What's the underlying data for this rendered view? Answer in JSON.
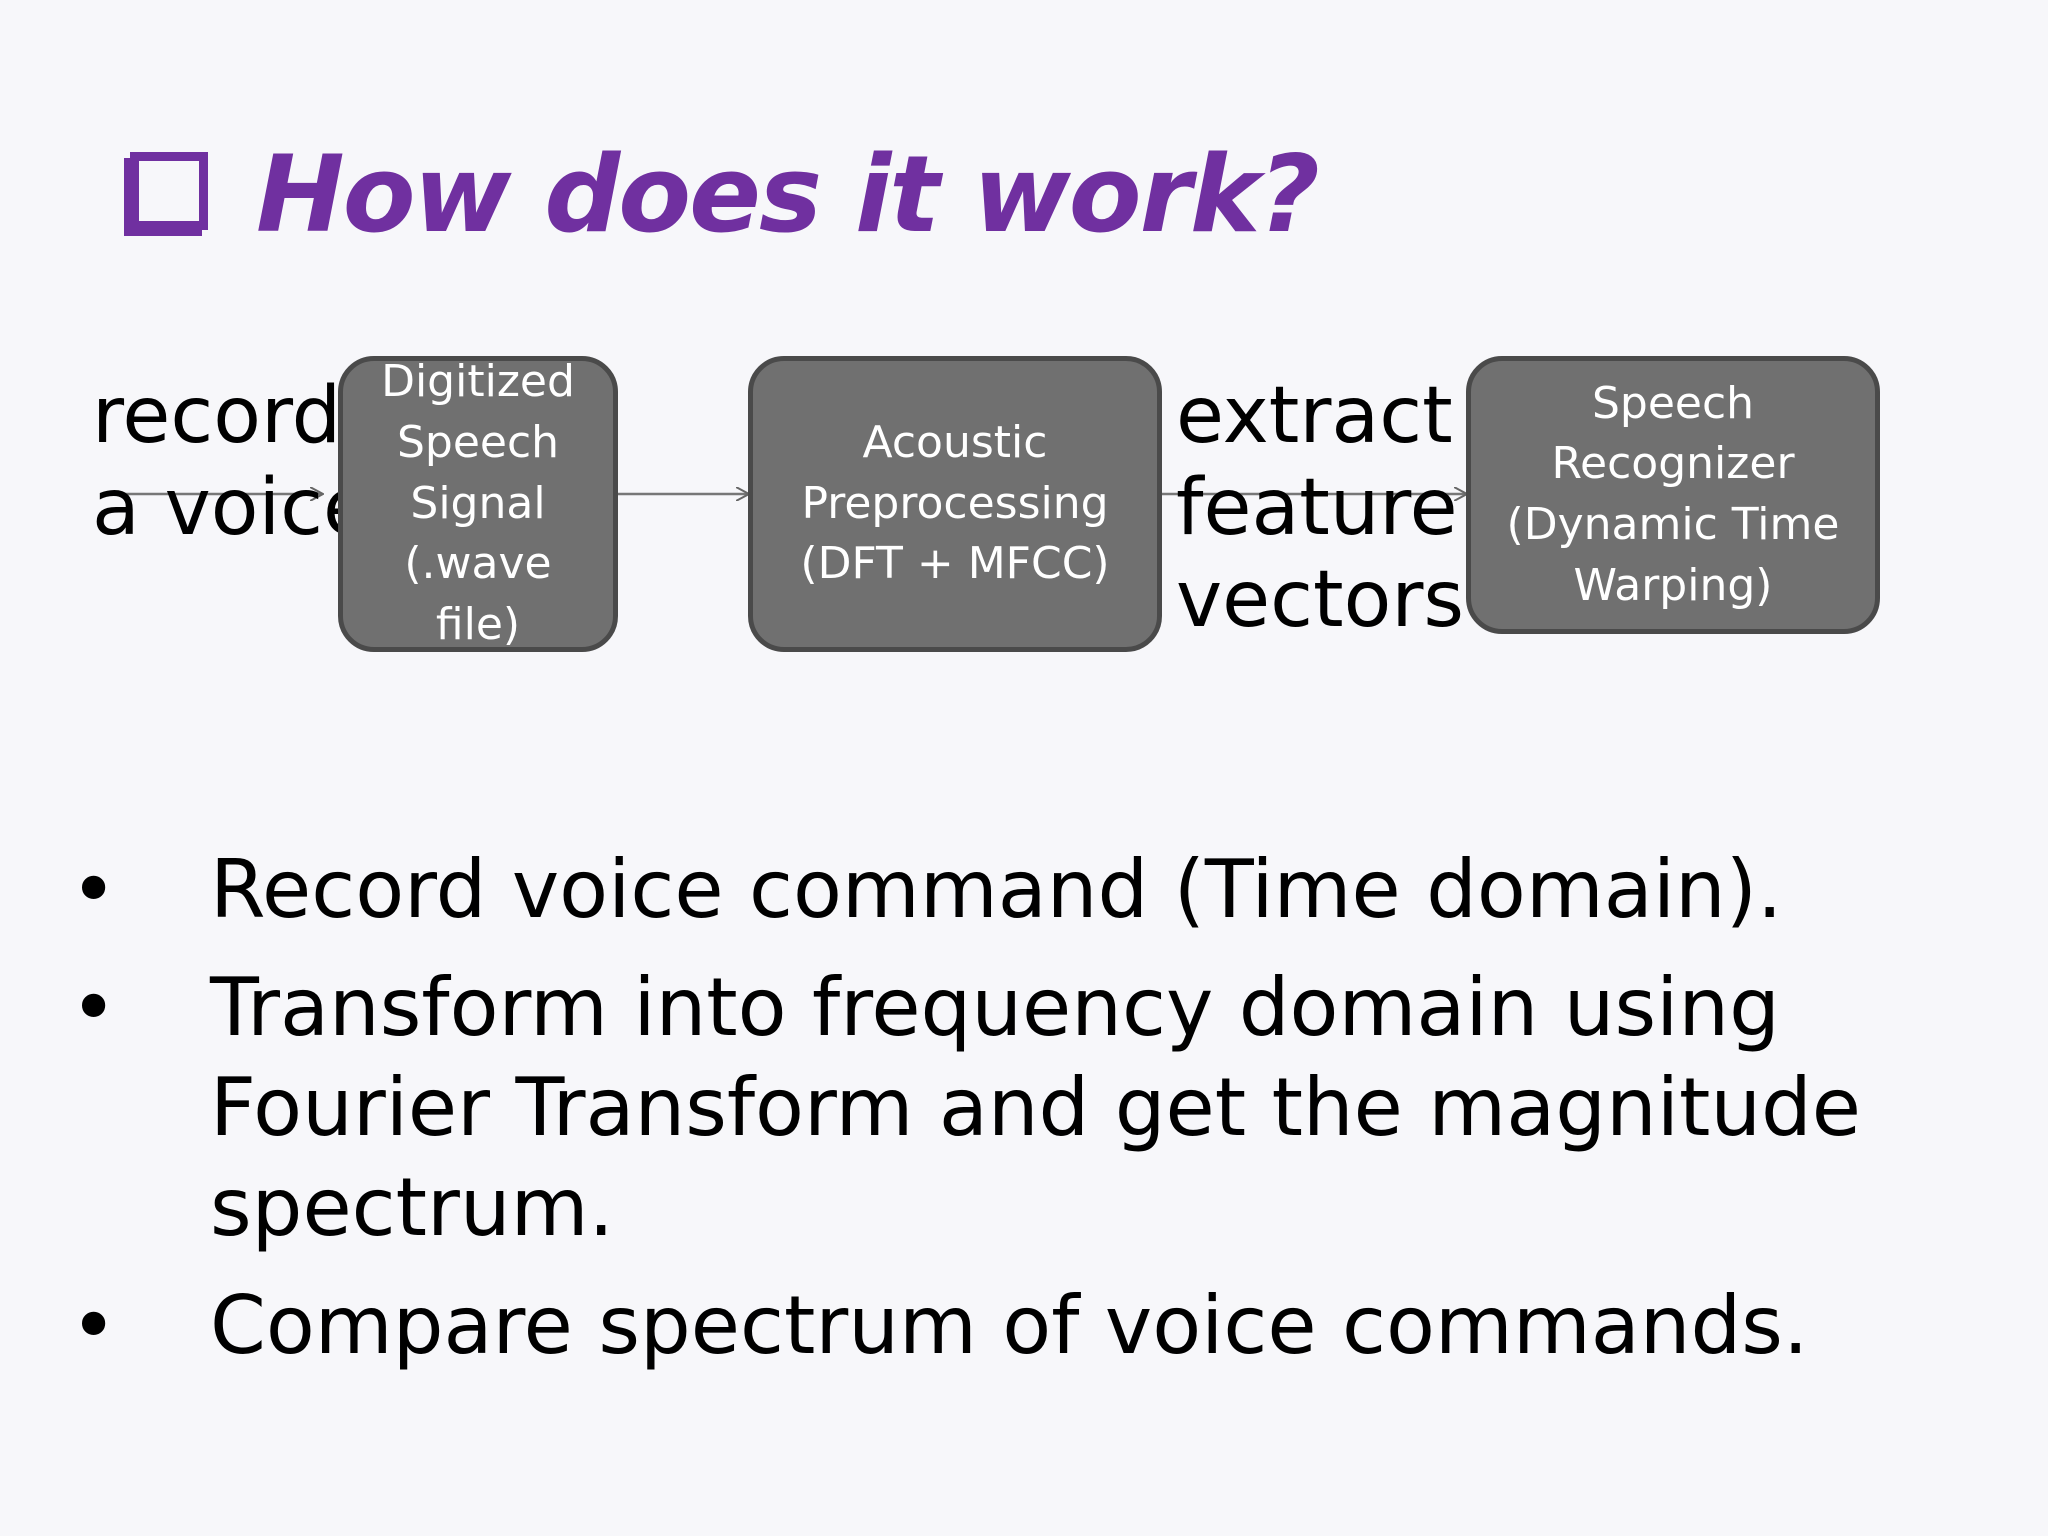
{
  "slide": {
    "title": "How does it work?",
    "title_icon": "checkbox-icon",
    "accent_color": "#7030a0"
  },
  "diagram": {
    "nodes": [
      {
        "id": "digitized",
        "label": "Digitized\nSpeech\nSignal\n(.wave\nfile)"
      },
      {
        "id": "acoustic",
        "label": "Acoustic\nPreprocessing\n(DFT  + MFCC)"
      },
      {
        "id": "recognizer",
        "label": "Speech\nRecognizer\n(Dynamic Time\nWarping)"
      }
    ],
    "edge_labels": {
      "input": "record\na voice",
      "features": "extract\nfeature\nvectors"
    },
    "node_fill": "#707070",
    "node_border": "#4a4a4a"
  },
  "bullets": [
    "Record voice command (Time domain).",
    "Transform into frequency domain using Fourier Transform and get the magnitude spectrum.",
    "Compare spectrum of voice commands."
  ]
}
